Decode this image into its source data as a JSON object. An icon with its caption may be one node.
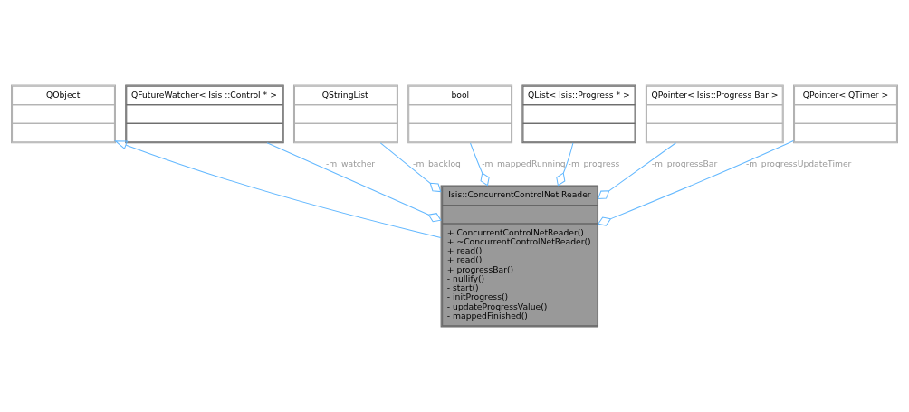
{
  "diagram": {
    "nodes": [
      {
        "text": [
          "QObject"
        ]
      },
      {
        "text": [
          "QFutureWatcher< Isis ::Control * >"
        ]
      },
      {
        "text": [
          "QStringList"
        ]
      },
      {
        "text": [
          "bool"
        ]
      },
      {
        "text": [
          "QList< Isis::Progress * >"
        ]
      },
      {
        "text": [
          "QPointer< Isis::Progress Bar >"
        ]
      },
      {
        "text": [
          "QPointer< QTimer >"
        ]
      },
      {
        "text": [
          "Isis::ConcurrentControlNet Reader",
          "+ ConcurrentControlNetReader()",
          "+ ~ConcurrentControlNetReader()",
          "+ read()",
          "+ read()",
          "+ progressBar()",
          "- nullify()",
          "- start()",
          "- initProgress()",
          "- updateProgressValue()",
          "- mappedFinished()"
        ]
      }
    ],
    "edges": [
      {
        "from": 7,
        "to": 0,
        "arrow": "to"
      },
      {
        "from": 1,
        "to": 7,
        "arrow": "other",
        "label": "-m_watcher"
      },
      {
        "from": 2,
        "to": 7,
        "arrow": "other",
        "label": "-m_backlog"
      },
      {
        "from": 3,
        "to": 7,
        "arrow": "other",
        "label": "-m_mappedRunning"
      },
      {
        "from": 4,
        "to": 7,
        "arrow": "other",
        "label": "-m_progress"
      },
      {
        "from": 5,
        "to": 7,
        "arrow": "other",
        "label": "-m_progressBar"
      },
      {
        "from": 6,
        "to": 7,
        "arrow": "other",
        "label": "-m_progressUpdateTimer"
      }
    ]
  }
}
